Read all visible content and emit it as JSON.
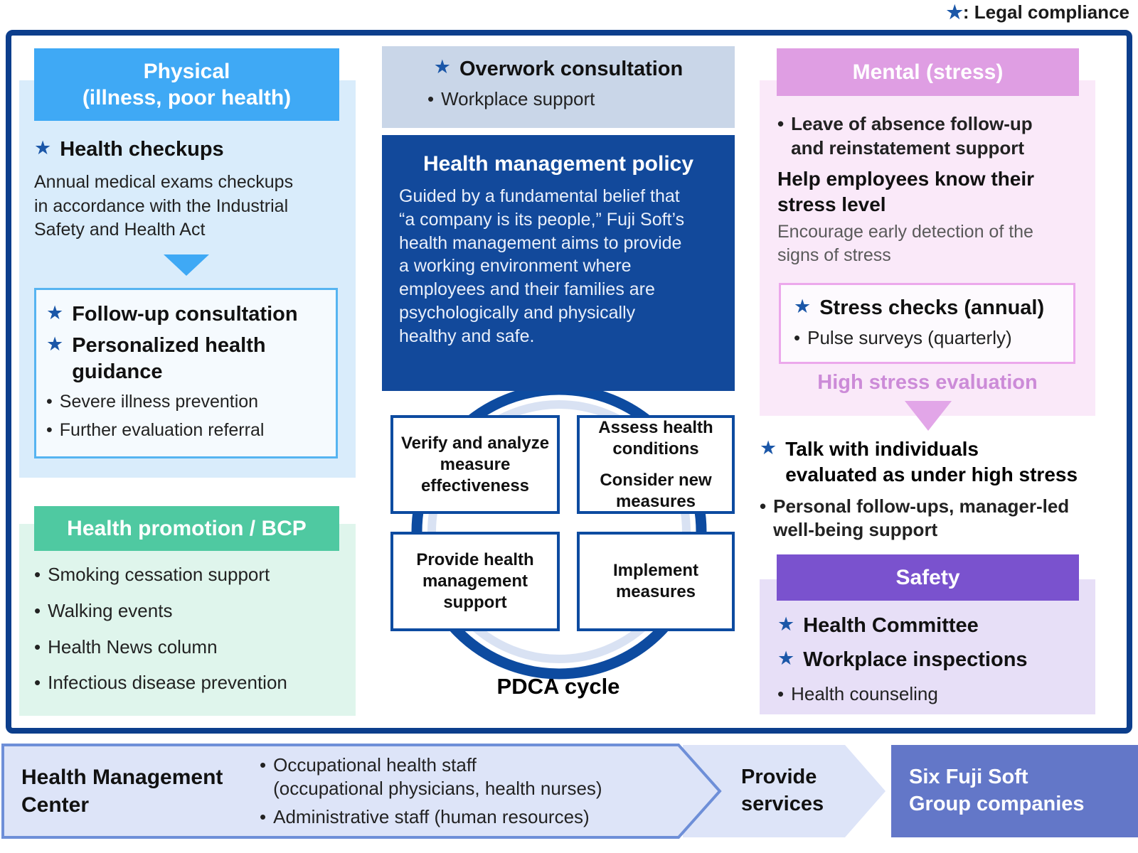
{
  "legend": {
    "star": "★",
    "label": ": Legal compliance"
  },
  "physical": {
    "header": "Physical\n(illness, poor health)",
    "checkups_star": "★",
    "checkups_title": "Health checkups",
    "checkups_desc": "Annual medical exams checkups\nin accordance with the Industrial\nSafety and Health Act",
    "followup_item": "Follow-up consultation",
    "personalized_item": "Personalized health\nguidance",
    "bullet1": "Severe illness prevention",
    "bullet2": "Further evaluation referral"
  },
  "promotion": {
    "header": "Health promotion / BCP",
    "items": [
      "Smoking cessation support",
      "Walking events",
      "Health News column",
      "Infectious disease prevention"
    ]
  },
  "overwork": {
    "title": "Overwork consultation",
    "bullet": "Workplace support"
  },
  "policy": {
    "title": "Health management policy",
    "body": "Guided by a fundamental belief that\n“a company is its people,” Fuji Soft’s\nhealth management aims to provide\na working environment where\nemployees and their families are\npsychologically and physically\nhealthy and safe."
  },
  "pdca": {
    "box_check": "Verify and analyze\nmeasure\neffectiveness",
    "box_assess1": "Assess health\nconditions",
    "box_assess2": "Consider new\nmeasures",
    "box_support": "Provide health\nmanagement\nsupport",
    "box_implement": "Implement\nmeasures",
    "label": "PDCA cycle"
  },
  "mental": {
    "header": "Mental (stress)",
    "bullet1": "Leave of absence follow-up\nand reinstatement support",
    "help_line": "Help employees know their\nstress level",
    "encourage_line": "Encourage early detection of the\nsigns of stress",
    "stress_title": "Stress checks (annual)",
    "stress_bullet": "Pulse surveys (quarterly)",
    "high_stress": "High stress evaluation",
    "talk_title": "Talk with individuals\nevaluated as under high stress",
    "talk_bullet": "Personal follow-ups, manager-led\nwell-being support"
  },
  "safety": {
    "header": "Safety",
    "item1": "Health Committee",
    "item2": "Workplace inspections",
    "bullet": "Health counseling"
  },
  "footer": {
    "center_title": "Health Management\nCenter",
    "staff1": "Occupational health staff\n(occupational physicians, health nurses)",
    "staff2": "Administrative staff (human resources)",
    "provide": "Provide\nservices",
    "companies": "Six Fuji Soft\nGroup companies"
  },
  "glyphs": {
    "star": "★",
    "bullet": "•"
  },
  "colors": {
    "frame_navy": "#0c3e8c",
    "physical_blue": "#3fa9f5",
    "physical_panel": "#d9ecfb",
    "promotion_green": "#4fc9a1",
    "promotion_panel": "#dff5ec",
    "overwork_bg": "#c9d6e8",
    "policy_navy": "#12499b",
    "pdca_ring_dark": "#0d4ba0",
    "pdca_ring_light": "#d9e2f3",
    "mental_pink": "#df9ee3",
    "mental_panel": "#fae9f9",
    "high_stress_pink": "#cc8bd8",
    "safety_purple": "#7a52ce",
    "safety_panel": "#e7dff7",
    "footer_fill": "#dde4f8",
    "footer_border": "#6e8fd8",
    "companies_blue": "#6377c8",
    "star_blue": "#1b57a8"
  }
}
